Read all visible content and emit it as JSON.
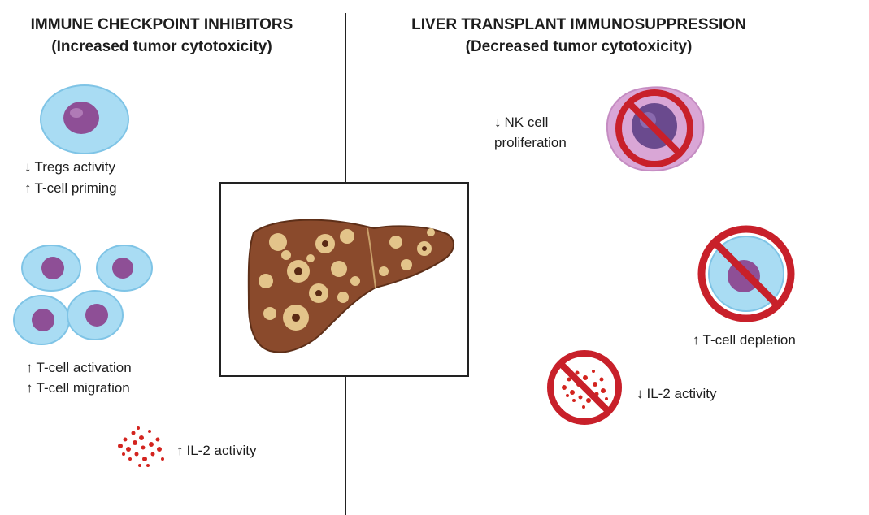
{
  "left_panel": {
    "title": "IMMUNE CHECKPOINT INHIBITORS",
    "subtitle": "(Increased tumor cytotoxicity)",
    "tregs": {
      "arrow": "↓",
      "text": "Tregs activity"
    },
    "priming": {
      "arrow": "↑",
      "text": "T-cell priming"
    },
    "activation": {
      "arrow": "↑",
      "text": "T-cell activation"
    },
    "migration": {
      "arrow": "↑",
      "text": "T-cell migration"
    },
    "il2": {
      "arrow": "↑",
      "text": "IL-2 activity"
    }
  },
  "right_panel": {
    "title": "LIVER TRANSPLANT IMMUNOSUPPRESSION",
    "subtitle": "(Decreased tumor cytotoxicity)",
    "nk_line1": {
      "arrow": "↓",
      "text": "NK cell"
    },
    "nk_line2": "proliferation",
    "depletion": {
      "arrow": "↑",
      "text": "T-cell depletion"
    },
    "il2": {
      "arrow": "↓",
      "text": "IL-2 activity"
    }
  },
  "colors": {
    "cell_membrane": "#a9dcf3",
    "cell_nucleus": "#8e4f96",
    "nk_cell": "#d9a6d6",
    "prohibit_red": "#c8202a",
    "liver": "#8a4a2c",
    "tumor": "#e3c48a",
    "cytokine": "#d3241f"
  }
}
